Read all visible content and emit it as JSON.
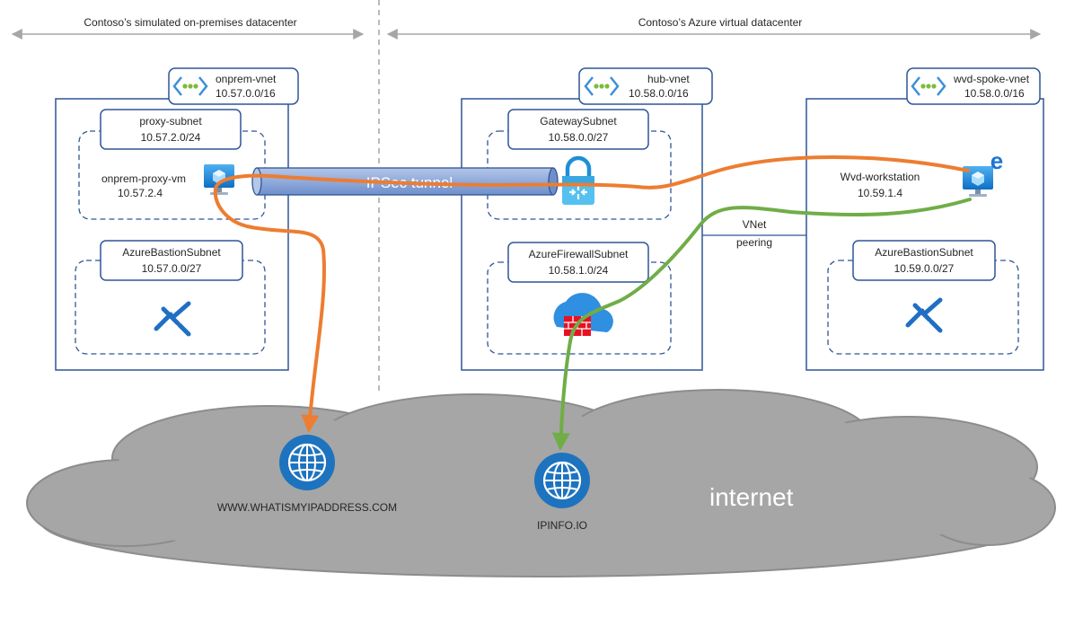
{
  "regions": {
    "left_label": "Contoso’s simulated on-premises datacenter",
    "right_label": "Contoso’s Azure virtual datacenter"
  },
  "vnets": {
    "onprem": {
      "name": "onprem-vnet",
      "cidr": "10.57.0.0/16"
    },
    "hub": {
      "name": "hub-vnet",
      "cidr": "10.58.0.0/16"
    },
    "spoke": {
      "name": "wvd-spoke-vnet",
      "cidr": "10.58.0.0/16"
    }
  },
  "subnets": {
    "proxy": {
      "name": "proxy-subnet",
      "cidr": "10.57.2.0/24"
    },
    "onprem_bastion": {
      "name": "AzureBastionSubnet",
      "cidr": "10.57.0.0/27"
    },
    "gateway": {
      "name": "GatewaySubnet",
      "cidr": "10.58.0.0/27"
    },
    "firewall": {
      "name": "AzureFirewallSubnet",
      "cidr": "10.58.1.0/24"
    },
    "spoke_bastion": {
      "name": "AzureBastionSubnet",
      "cidr": "10.59.0.0/27"
    }
  },
  "vms": {
    "proxy": {
      "name": "onprem-proxy-vm",
      "ip": "10.57.2.4"
    },
    "workstation": {
      "name": "Wvd-workstation",
      "ip": "10.59.1.4"
    }
  },
  "links": {
    "tunnel": "IPSec tunnel",
    "peering_line1": "VNet",
    "peering_line2": "peering"
  },
  "internet": {
    "label": "internet",
    "site1": "WWW.WHATISMYIPADDRESS.COM",
    "site2": "IPINFO.IO"
  },
  "colors": {
    "azure_blue": "#1e5a9c",
    "vnet_border": "#2f5597",
    "orange_path": "#ed7d31",
    "green_path": "#70ad47",
    "cloud_fill": "#a6a6a6",
    "tunnel_fill": "#8faadc"
  },
  "icons": [
    "vnet-icon",
    "vm-icon",
    "bastion-icon",
    "gateway-lock-icon",
    "firewall-icon",
    "globe-icon",
    "edge-icon"
  ]
}
